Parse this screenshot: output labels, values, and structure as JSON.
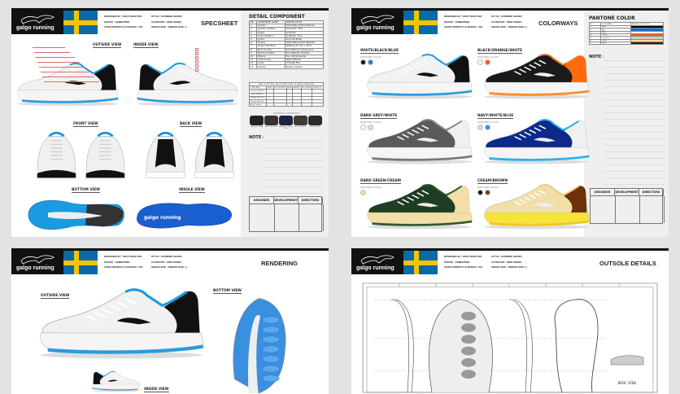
{
  "brand": "galgo running",
  "header": {
    "designed_by": "DESIGNED BY : DIGIT WAHYUDI",
    "group": "GROUP : CEMENTING",
    "code": "CODE PRODUCT & DESIGN : 001",
    "style": "STYLE : RUNNING SHOES",
    "category": "CATEGORY : MEN SHOES",
    "size": "SHOES SIZE : SWEDIA SIZE (  )"
  },
  "flag_colors": {
    "blue": "#0a6aa8",
    "yellow": "#f5c400"
  },
  "specsheet": {
    "title": "SPECSHEET",
    "views": {
      "outside": "OUTSIDE VIEW",
      "inside": "INSIDE VIEW",
      "front": "FRONT VIEW",
      "back": "BACK VIEW",
      "bottom": "BOTTOM VIEW",
      "insole": "INSOLE VIEW"
    },
    "detail_title": "DETAIL COMPONENT",
    "detail_headers": [
      "NO",
      "COMPONENT NAME",
      "SPECIFICATION"
    ],
    "detail_rows": [
      [
        "1",
        "Quarter",
        "Mesh Material/Eva Material"
      ],
      [
        "2",
        "Quarter Variation",
        "Press Eva / TPU"
      ],
      [
        "3",
        "Eyelay",
        "Synthetic"
      ],
      [
        "4",
        "Collar Variation",
        "Synthetic / Eva"
      ],
      [
        "5",
        "Eyelet",
        "Rounded Metal"
      ],
      [
        "6",
        "Tongue",
        "Mesh Material/Eva Material"
      ],
      [
        "7",
        "Tongue Top Piece",
        "Webbing 10 mm + Print"
      ],
      [
        "8",
        "Back Counter",
        "PVC Material / Glossy Print"
      ],
      [
        "9",
        "Tammy Variation",
        "PVC Material / Emboss"
      ],
      [
        "10",
        "Midsole",
        "Eva / White Sandal"
      ],
      [
        "11",
        "Collar Lining",
        "Mesh Material"
      ],
      [
        "12",
        "Insole",
        "Ortholite EVA"
      ],
      [
        "13",
        "Outsole",
        "Rubber Outsole"
      ]
    ],
    "process_title": "PRINT, GLOSSY PRINT, EVA, HOT PRESS, PRESS CUT, EMBOSS, EMBROIDERY",
    "process_headers": [
      "COMPONENT",
      "PRINT",
      "GLOSSY PRINT",
      "EVA",
      "EMBOSS",
      "HOT PRESS",
      "PRESS CUT"
    ],
    "process_rows": [
      [
        "Quarter Variation",
        "✓",
        "",
        "",
        "",
        "",
        "✓"
      ],
      [
        "Collar Variation",
        "",
        "",
        "✓",
        "",
        "",
        ""
      ],
      [
        "Tongue Top Piece",
        "✓",
        "",
        "",
        "",
        "",
        ""
      ],
      [
        "Tammy Variation",
        "",
        "",
        "",
        "✓",
        "",
        ""
      ],
      [
        "Back Counter",
        "✓",
        "✓",
        "",
        "",
        "",
        ""
      ]
    ],
    "material_title": "MATERIAL SWATCHES",
    "materials": [
      "Synthetic + EVA",
      "Print + Press Cut",
      "Webbing + Glossy Print",
      "Print + Emboss",
      "Mesh Material"
    ],
    "note_label": "NOTE :",
    "signatures": [
      "DESIGNER",
      "DEVELOPMENT",
      "DIRECTORS"
    ]
  },
  "colorways": {
    "title": "COLORWAYS",
    "pantone_label": "PANTONE COLOR",
    "items": [
      {
        "name": "WHITE/BLACK/BLUE",
        "swatches": [
          "#111111",
          "#1a7fd6"
        ],
        "upper": "#f1f1f1",
        "accent": "#111111",
        "trim": "#1a9be0",
        "sole": "#f5f5f5",
        "outsole": "#2a9be0"
      },
      {
        "name": "BLACK/ORANGE/WHITE",
        "swatches": [
          "#ffffff",
          "#ff5a0a"
        ],
        "upper": "#1a1a1a",
        "accent": "#ff6a10",
        "trim": "#ff7a1a",
        "sole": "#f5f5f5",
        "outsole": "#ff8a2a"
      },
      {
        "name": "DARK GREY/WHITE",
        "swatches": [
          "#ffffff",
          "#dddddd"
        ],
        "upper": "#5a5a5a",
        "accent": "#f0f0f0",
        "trim": "#8a8a8a",
        "sole": "#f5f5f5",
        "outsole": "#777777"
      },
      {
        "name": "NAVY/WHITE/BLUE",
        "swatches": [
          "#dddddd",
          "#1a9be0"
        ],
        "upper": "#0d2a8a",
        "accent": "#f0f0f0",
        "trim": "#2ab0f0",
        "sole": "#f5f5f5",
        "outsole": "#2ab0f0"
      },
      {
        "name": "DARK GREEN/CREAM",
        "swatches": [
          "#f7dd9a"
        ],
        "upper": "#1f3d22",
        "accent": "#f3dfa6",
        "trim": "#2f5a30",
        "sole": "#f3dfa6",
        "outsole": "#2f5a30"
      },
      {
        "name": "CREAM/BROWN",
        "swatches": [
          "#111111",
          "#7a3a0a"
        ],
        "upper": "#f2dfa8",
        "accent": "#6a3206",
        "trim": "#e9c989",
        "sole": "#f7e33a",
        "outsole": "#f0c820"
      }
    ],
    "pantone_title": "PANTONE COLOR",
    "pantone_headers": [
      "NO",
      "COLOR NAME",
      "PANTONE COLOR CODE"
    ],
    "pantone_rows": [
      {
        "no": "1",
        "name": "Black",
        "color": "#000000"
      },
      {
        "no": "2",
        "name": "Blue",
        "color": "#0a6fd8"
      },
      {
        "no": "3",
        "name": "White",
        "color": "#ffffff"
      },
      {
        "no": "4",
        "name": "Orange",
        "color": "#ff5a0a"
      },
      {
        "no": "5",
        "name": "Cool Grey",
        "color": "#cfcfcf"
      },
      {
        "no": "6",
        "name": "Cream",
        "color": "#f7dc9c"
      },
      {
        "no": "7",
        "name": "Brown",
        "color": "#3a1a06"
      }
    ],
    "note_label": "NOTE :",
    "signatures": [
      "DESIGNER",
      "DEVELOPMENT",
      "DIRECTORS"
    ]
  },
  "rendering": {
    "title": "RENDERING",
    "outside": "OUTSIDE VIEW",
    "bottom": "BOTTOM VIEW",
    "inside": "INSIDE VIEW"
  },
  "outsole": {
    "title": "OUTSOLE DETAILS",
    "back": "BACK VIEW"
  }
}
